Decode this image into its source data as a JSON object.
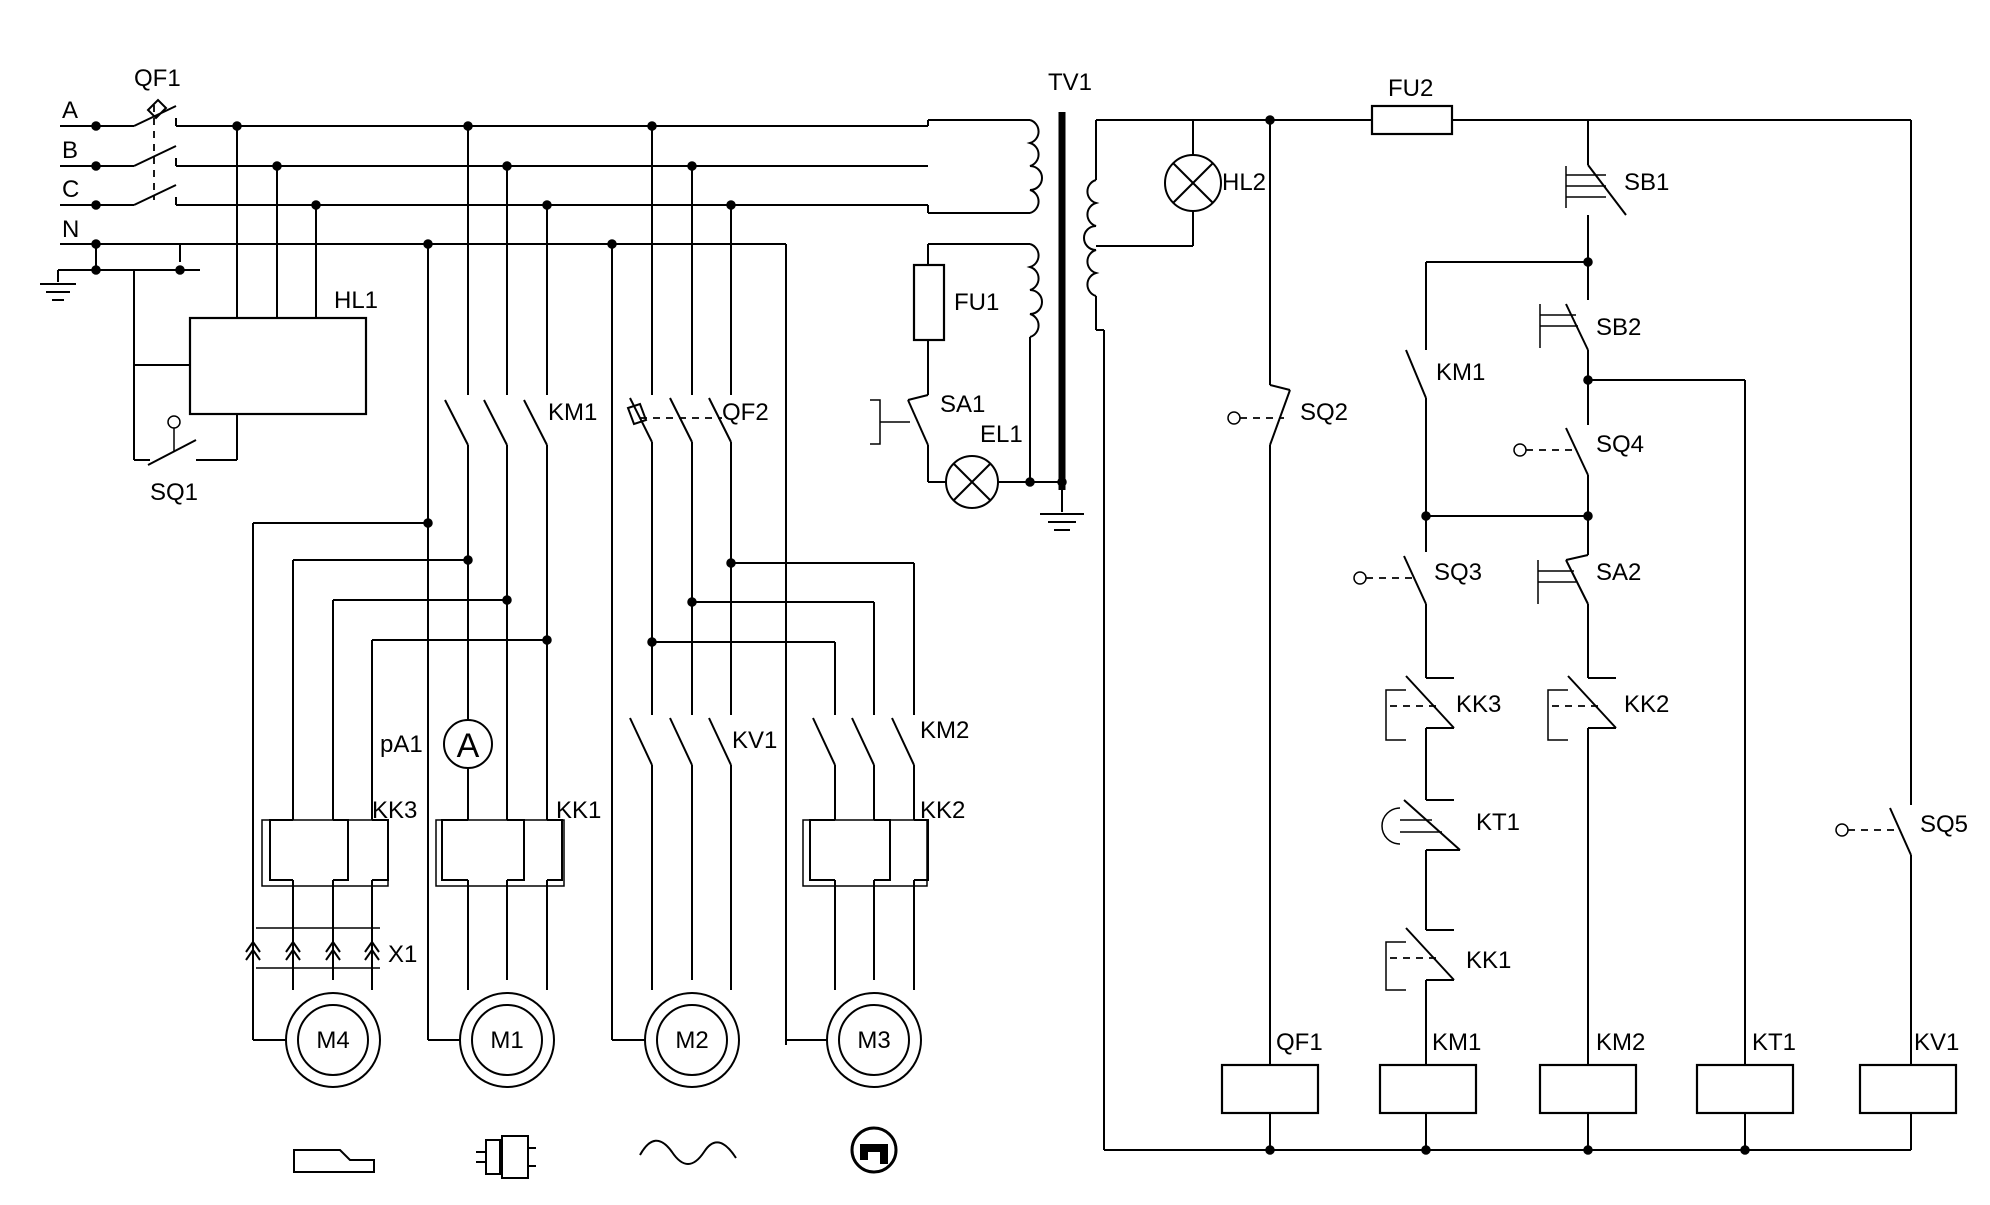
{
  "power": {
    "phases": [
      "A",
      "B",
      "C",
      "N"
    ],
    "breaker": "QF1",
    "signal_lamp": "HL1",
    "door_switch": "SQ1",
    "spindle_contactor": "KM1",
    "breaker2": "QF2",
    "coolant_contactor": "KV1",
    "pump_contactor": "KM2",
    "ammeter": "pA1",
    "ammeter_symbol": "A",
    "relays": [
      "KK3",
      "KK1",
      "KK2"
    ],
    "connector": "X1",
    "motors": [
      "M4",
      "M1",
      "M2",
      "M3"
    ]
  },
  "transformer": {
    "name": "TV1",
    "fuse": "FU1",
    "lamp_switch": "SA1",
    "work_lamp": "EL1"
  },
  "control": {
    "fuse": "FU2",
    "indicator": "HL2",
    "contacts": {
      "sb1": "SB1",
      "sb2": "SB2",
      "sq2": "SQ2",
      "km1": "KM1",
      "sq4": "SQ4",
      "sq3": "SQ3",
      "sa2": "SA2",
      "kk3": "KK3",
      "kk2": "KK2",
      "kt1": "KT1",
      "kk1": "KK1",
      "sq5": "SQ5"
    },
    "coils": [
      "QF1",
      "KM1",
      "KM2",
      "KT1",
      "KV1"
    ]
  },
  "icons": [
    "grinding-wheel-profile-icon",
    "magnetic-table-icon",
    "coolant-wave-icon",
    "pump-icon"
  ]
}
